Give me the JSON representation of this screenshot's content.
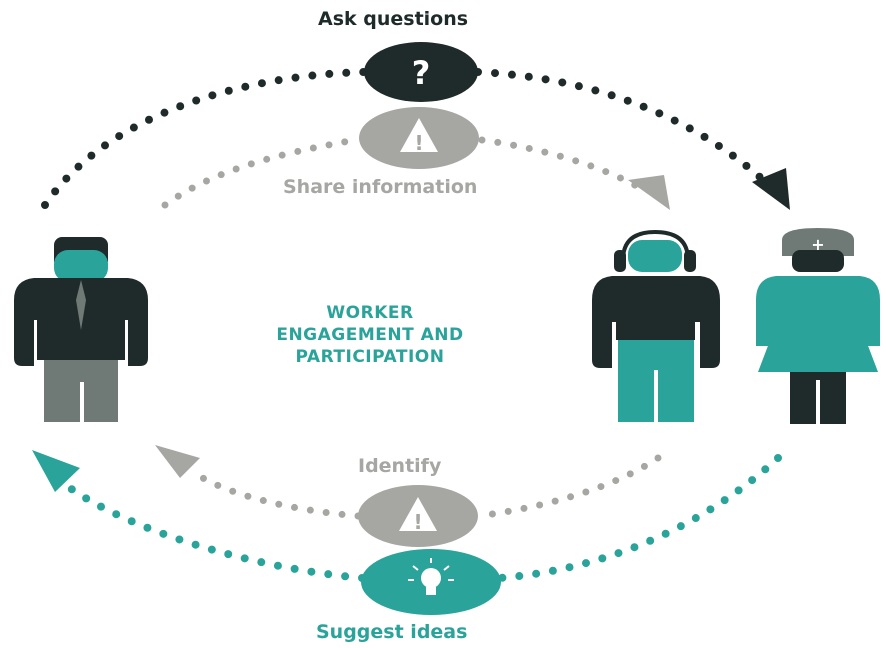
{
  "labels": {
    "ask_questions": "Ask questions",
    "share_information": "Share information",
    "identify": "Identify",
    "suggest_ideas": "Suggest ideas"
  },
  "center_title": {
    "line1": "WORKER",
    "line2": "ENGAGEMENT AND",
    "line3": "PARTICIPATION"
  },
  "icons": {
    "ask": "question-icon",
    "share": "warning-icon",
    "identify": "warning-icon",
    "suggest": "lightbulb-icon"
  },
  "colors": {
    "dark": "#1f2b2a",
    "gray": "#a6a6a2",
    "teal": "#2aa39a",
    "figure_gray": "#6f7a77"
  }
}
